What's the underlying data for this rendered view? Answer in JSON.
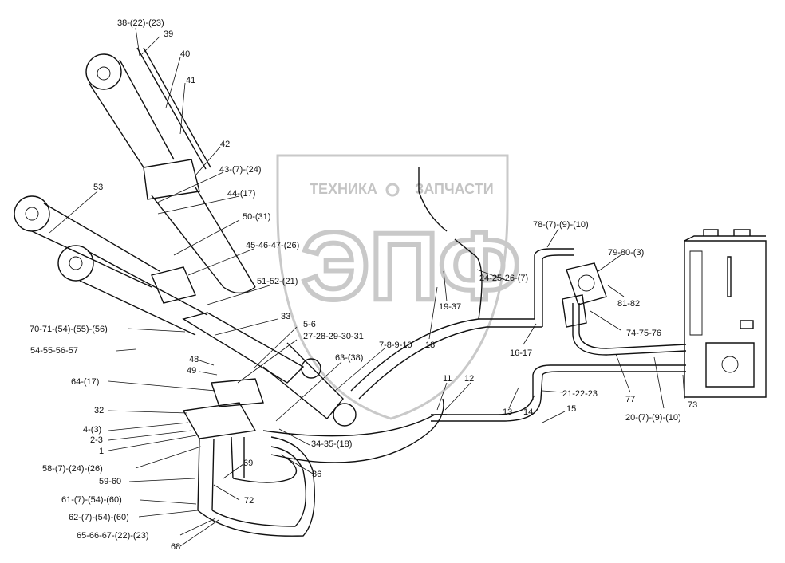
{
  "watermark": {
    "line1_left": "ТЕХНИКА",
    "line1_right": "ЗАПЧАСТИ",
    "big": "ЭПФ"
  },
  "callouts": [
    "38-(22)-(23)",
    "39",
    "40",
    "41",
    "42",
    "43-(7)-(24)",
    "44-(17)",
    "53",
    "50-(31)",
    "45-46-47-(26)",
    "51-52-(21)",
    "33",
    "5-6",
    "27-28-29-30-31",
    "63-(38)",
    "7-8-9-10",
    "18",
    "19-37",
    "24-25-26-(7)",
    "78-(7)-(9)-(10)",
    "79-80-(3)",
    "81-82",
    "74-75-76",
    "16-17",
    "11",
    "12",
    "77",
    "73",
    "20-(7)-(9)-(10)",
    "21-22-23",
    "13",
    "14",
    "15",
    "70-71-(54)-(55)-(56)",
    "54-55-56-57",
    "48",
    "49",
    "64-(17)",
    "32",
    "4-(3)",
    "2-3",
    "1",
    "34-35-(18)",
    "58-(7)-(24)-(26)",
    "36",
    "69",
    "59-60",
    "61-(7)-(54)-(60)",
    "72",
    "62-(7)-(54)-(60)",
    "65-66-67-(22)-(23)",
    "68"
  ]
}
